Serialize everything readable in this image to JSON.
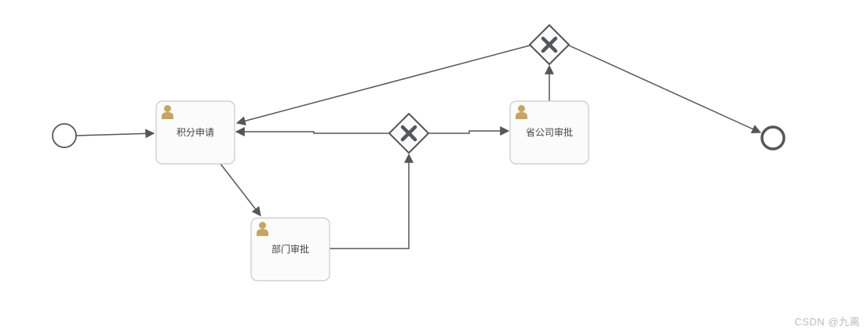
{
  "colors": {
    "background": "#ffffff",
    "line_color": "#555658",
    "task_fill": "#fbfbfb",
    "task_border": "#c9c9c9",
    "gateway_fill": "#fafafa",
    "gateway_border": "#555658",
    "x_mark": "#555658",
    "event_stroke": "#555658",
    "user_icon": "#c8a45f",
    "label_text": "#444444",
    "watermark": "#bcbcbc"
  },
  "diagram": {
    "type": "bpmn-process",
    "nodes": [
      {
        "id": "start",
        "kind": "start-event",
        "label": ""
      },
      {
        "id": "task-apply",
        "kind": "user-task",
        "label": "积分申请"
      },
      {
        "id": "task-dept",
        "kind": "user-task",
        "label": "部门审批"
      },
      {
        "id": "gateway-mid",
        "kind": "exclusive-gateway",
        "label": ""
      },
      {
        "id": "task-province",
        "kind": "user-task",
        "label": "省公司审批"
      },
      {
        "id": "gateway-top",
        "kind": "exclusive-gateway",
        "label": ""
      },
      {
        "id": "end",
        "kind": "end-event",
        "label": ""
      }
    ],
    "flows": [
      {
        "from": "start",
        "to": "task-apply"
      },
      {
        "from": "task-apply",
        "to": "task-dept"
      },
      {
        "from": "task-dept",
        "to": "gateway-mid"
      },
      {
        "from": "gateway-mid",
        "to": "task-apply"
      },
      {
        "from": "gateway-mid",
        "to": "task-province"
      },
      {
        "from": "task-province",
        "to": "gateway-top"
      },
      {
        "from": "gateway-top",
        "to": "task-apply"
      },
      {
        "from": "gateway-top",
        "to": "end"
      }
    ]
  },
  "watermark": {
    "text": "CSDN @九离"
  }
}
